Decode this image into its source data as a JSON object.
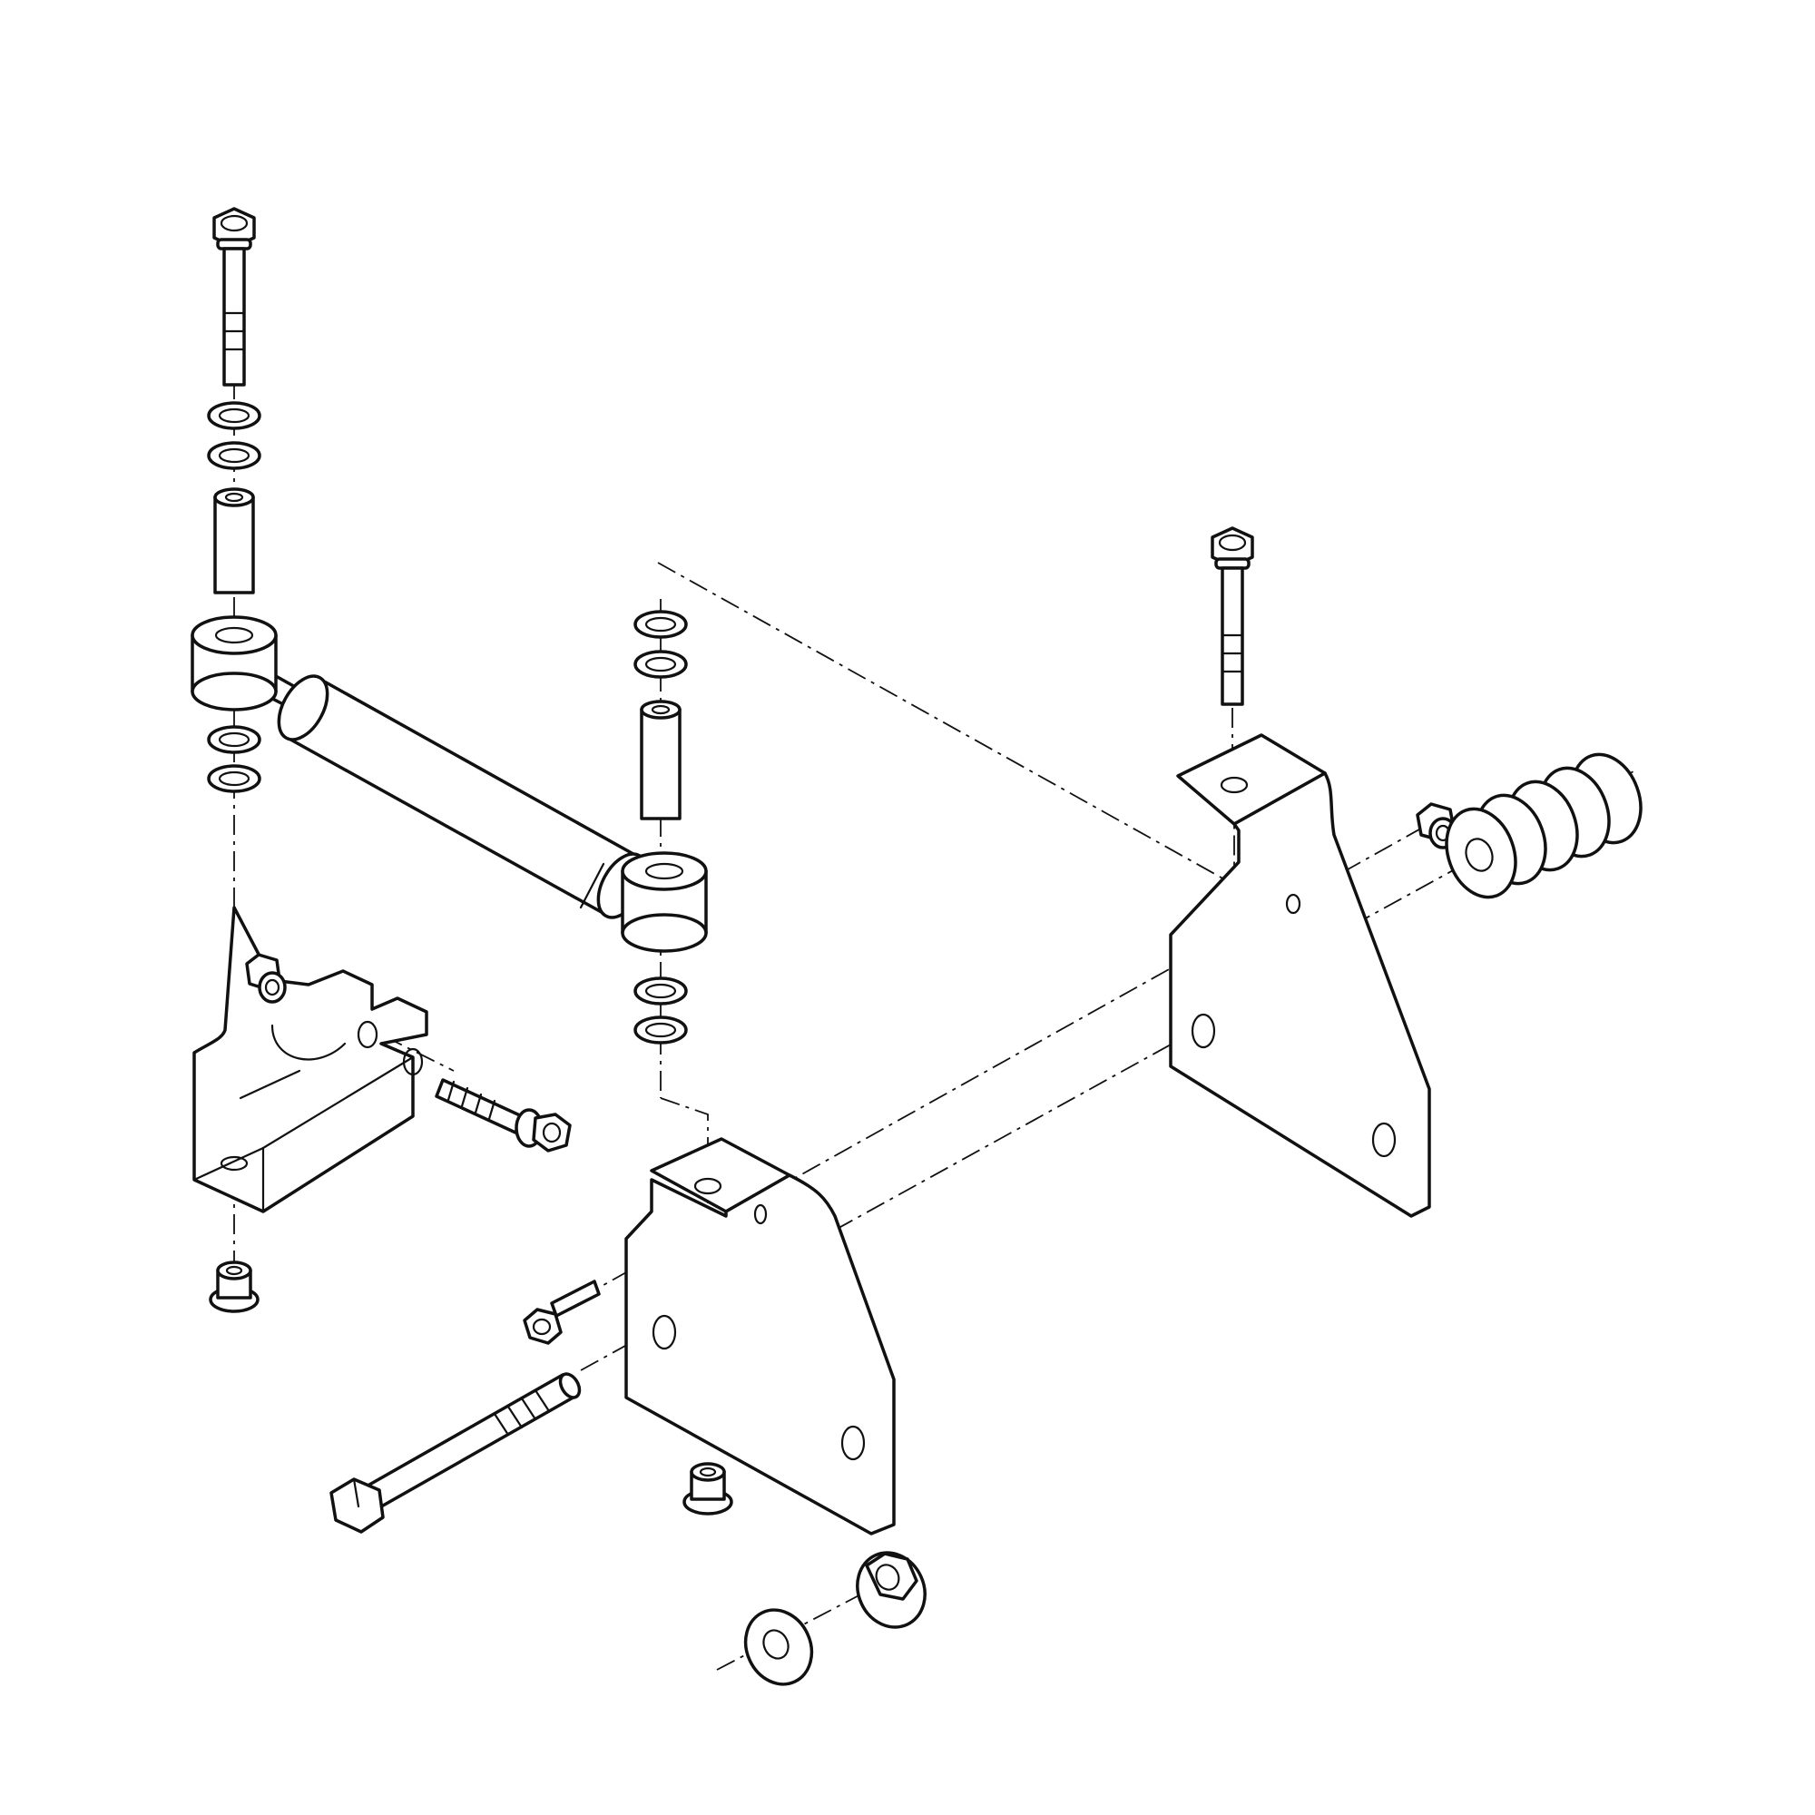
{
  "diagram": {
    "style": "exploded-assembly-line-drawing",
    "line_color": "#111111",
    "background": "#ffffff",
    "parts": [
      "top-bolt",
      "top-washer-1",
      "top-washer-2",
      "top-sleeve",
      "shock-absorber",
      "shock-lower-washer-1",
      "shock-lower-washer-2",
      "left-bracket",
      "left-bracket-flange-nut-top",
      "left-bracket-bolt",
      "left-bracket-flange-nut-bottom",
      "right-upper-washer-1",
      "right-upper-washer-2",
      "right-spacer-sleeve",
      "right-lower-washer-1",
      "right-lower-washer-2",
      "center-bracket",
      "center-bracket-small-bolt",
      "long-bolt",
      "center-bracket-flange-nut",
      "flat-washer",
      "hex-flange-nut",
      "rear-bracket",
      "rear-bracket-bolt",
      "rear-bracket-flange-nut",
      "coil-spring"
    ]
  }
}
